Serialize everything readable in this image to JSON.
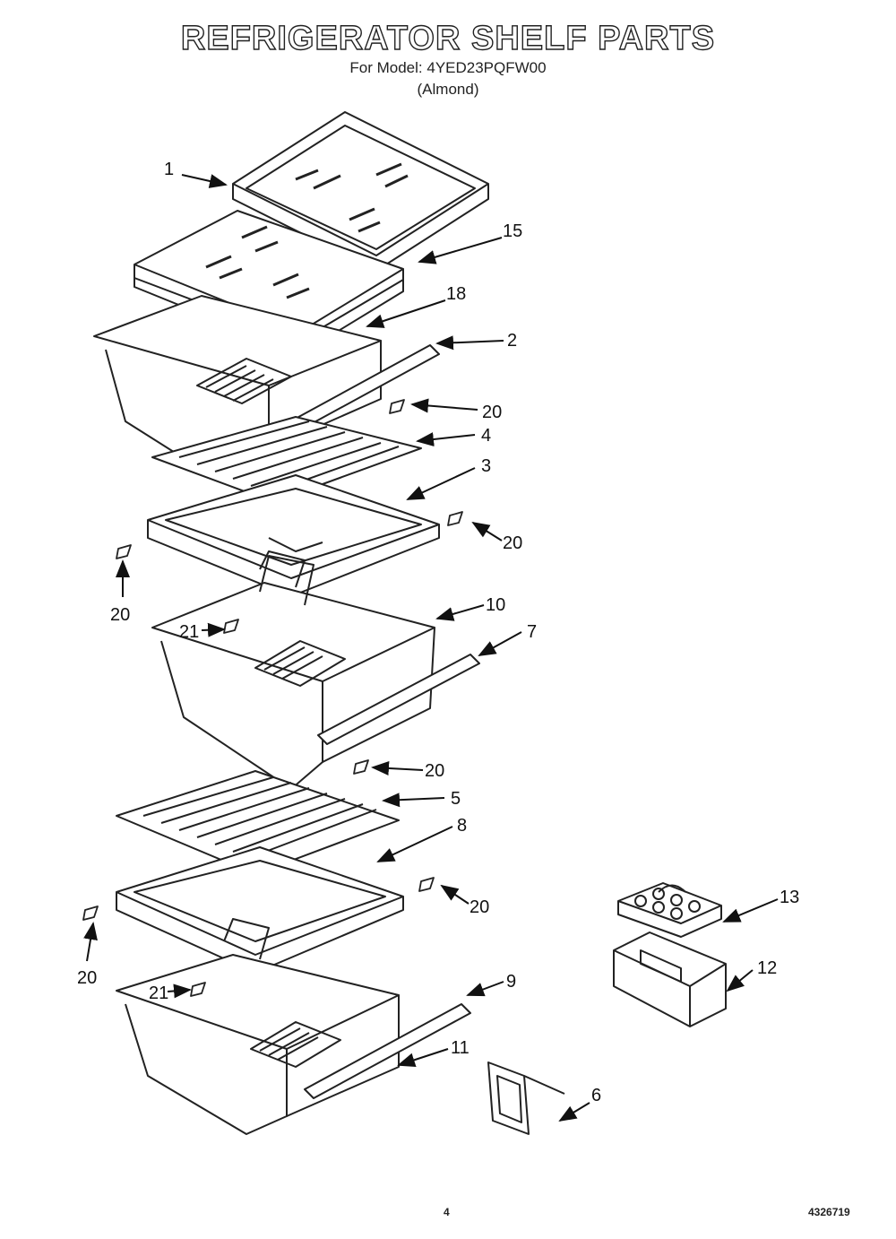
{
  "header": {
    "title": "REFRIGERATOR SHELF PARTS",
    "model_line": "For Model: 4YED23PQFW00",
    "color_line": "(Almond)"
  },
  "callouts": [
    "1",
    "15",
    "18",
    "2",
    "20",
    "4",
    "3",
    "20",
    "20",
    "21",
    "10",
    "7",
    "20",
    "5",
    "8",
    "20",
    "20",
    "21",
    "9",
    "11",
    "6",
    "13",
    "12"
  ],
  "footer": {
    "page_number": "4",
    "doc_number": "4326719"
  }
}
